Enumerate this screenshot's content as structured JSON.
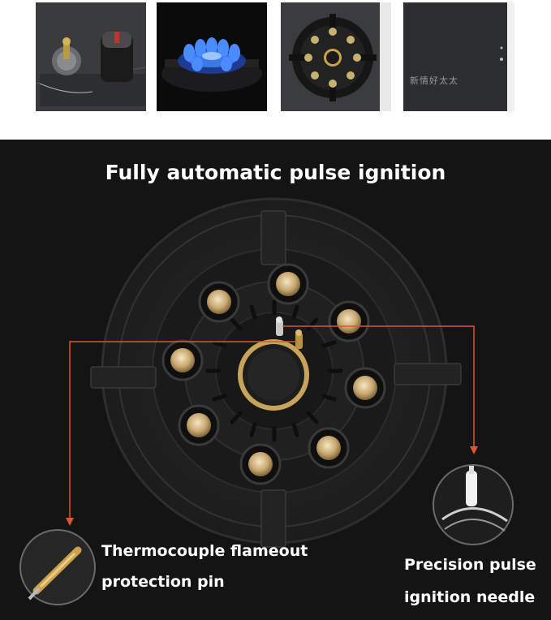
{
  "thumbnails": [
    {
      "id": "ignition-pin-knob"
    },
    {
      "id": "blue-flame-burner"
    },
    {
      "id": "burner-top-view"
    },
    {
      "id": "panel-logo",
      "text": "新情好太太"
    }
  ],
  "main": {
    "title": "Fully automatic pulse ignition",
    "left_callout": {
      "line1": "Thermocouple flameout",
      "line2": "protection pin"
    },
    "right_callout": {
      "line1": "Precision pulse",
      "line2": "ignition needle"
    },
    "colors": {
      "leader_line": "#e0552b",
      "background": "#141414"
    }
  }
}
